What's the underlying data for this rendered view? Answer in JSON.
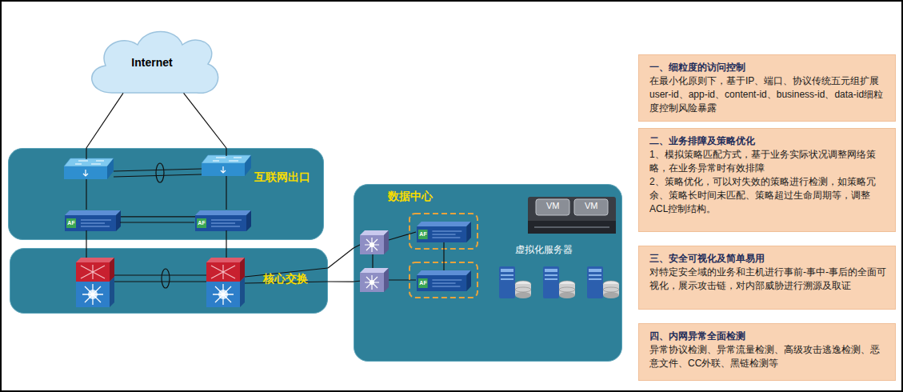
{
  "diagram": {
    "nodes": [
      {
        "text": [
          "Internet"
        ]
      },
      {
        "text": [
          "互联网出口"
        ]
      },
      {
        "text": [
          "AF"
        ],
        "in": 1
      },
      {
        "text": [
          "AF"
        ],
        "in": 1
      },
      {
        "text": [
          "核心交换"
        ]
      },
      {
        "text": [
          "数据中心"
        ]
      },
      {
        "text": [
          "AF"
        ],
        "in": 5
      },
      {
        "text": [
          "AF"
        ],
        "in": 5
      },
      {
        "text": [
          "一、细粒度的访问控制",
          "在最小化原则下，基于IP、端口、协议传统五元组扩展user-id、app-id、content-id、business-id、data-id细粒度控制风险暴露"
        ]
      },
      {
        "text": [
          "二、业务排障及策略优化",
          "1、模拟策略匹配方式，基于业务实际状况调整网络策略，在业务异常时有效排障",
          "2、策略优化，可以对失效的策略进行检测，如策略冗余、策略长时间未匹配、策略超过生命周期等，调整ACL控制结构。"
        ]
      },
      {
        "text": [
          "三、安全可视化及简单易用",
          "对特定安全域的业务和主机进行事前-事中-事后的全面可视化，展示攻击链，对内部威胁进行溯源及取证"
        ]
      },
      {
        "text": [
          "四、内网异常全面检测",
          "异常协议检测、异常流量检测、高级攻击逃逸检测、恶意文件、CC外联、黑链检测等"
        ]
      }
    ],
    "edges": [
      {
        "from": 0,
        "to": 1,
        "arrow": "none"
      },
      {
        "from": 0,
        "to": 1,
        "arrow": "none"
      },
      {
        "from": 2,
        "to": 3,
        "arrow": "none"
      },
      {
        "from": 4,
        "to": 5,
        "arrow": "none"
      },
      {
        "from": 4,
        "to": 5,
        "arrow": "none"
      },
      {
        "from": 6,
        "to": 7,
        "arrow": "none"
      }
    ],
    "labels": [
      "VM",
      "VM",
      "虚拟化服务器"
    ]
  }
}
